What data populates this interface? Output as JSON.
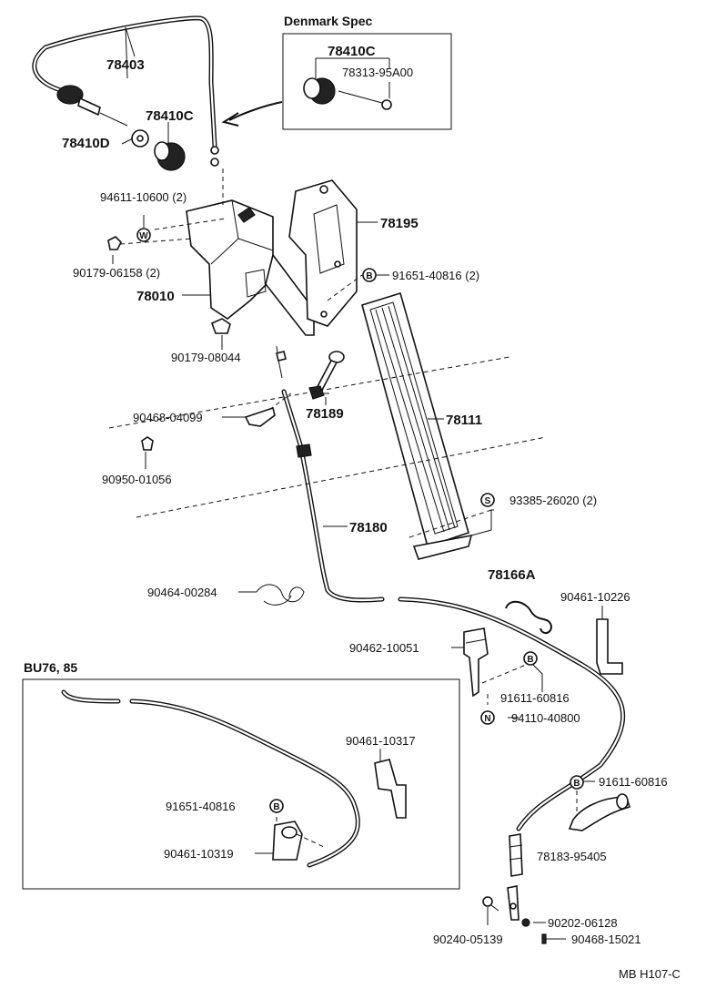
{
  "insets": {
    "denmark": {
      "title": "Denmark Spec"
    },
    "bu76": {
      "title": "BU76, 85"
    }
  },
  "labels": {
    "p78403": "78403",
    "p78410C": "78410C",
    "p78410D": "78410D",
    "dk78410C": "78410C",
    "dk78313": "78313-95A00",
    "p94611": "94611-10600 (2)",
    "p90179_06158": "90179-06158 (2)",
    "p78010": "78010",
    "p78195": "78195",
    "p91651_2": "91651-40816 (2)",
    "p90179_08044": "90179-08044",
    "p90468_04099": "90468-04099",
    "p78189": "78189",
    "p78111": "78111",
    "p90950": "90950-01056",
    "p93385": "93385-26020 (2)",
    "p78180": "78180",
    "p90464": "90464-00284",
    "p78166A": "78166A",
    "p90461_10226": "90461-10226",
    "p90462": "90462-10051",
    "p91611_a": "91611-60816",
    "p94110": "94110-40800",
    "p91611_b": "91611-60816",
    "p78183": "78183-95405",
    "p90202": "90202-06128",
    "p90240": "90240-05139",
    "p90468_15021": "90468-15021",
    "bu90461_10317": "90461-10317",
    "bu91651": "91651-40816",
    "bu90461_10319": "90461-10319"
  },
  "markers": {
    "w": "W",
    "b1": "B",
    "s": "S",
    "b2": "B",
    "n": "N",
    "b3": "B",
    "b4": "B"
  },
  "drawing_code": "MB H107-C"
}
